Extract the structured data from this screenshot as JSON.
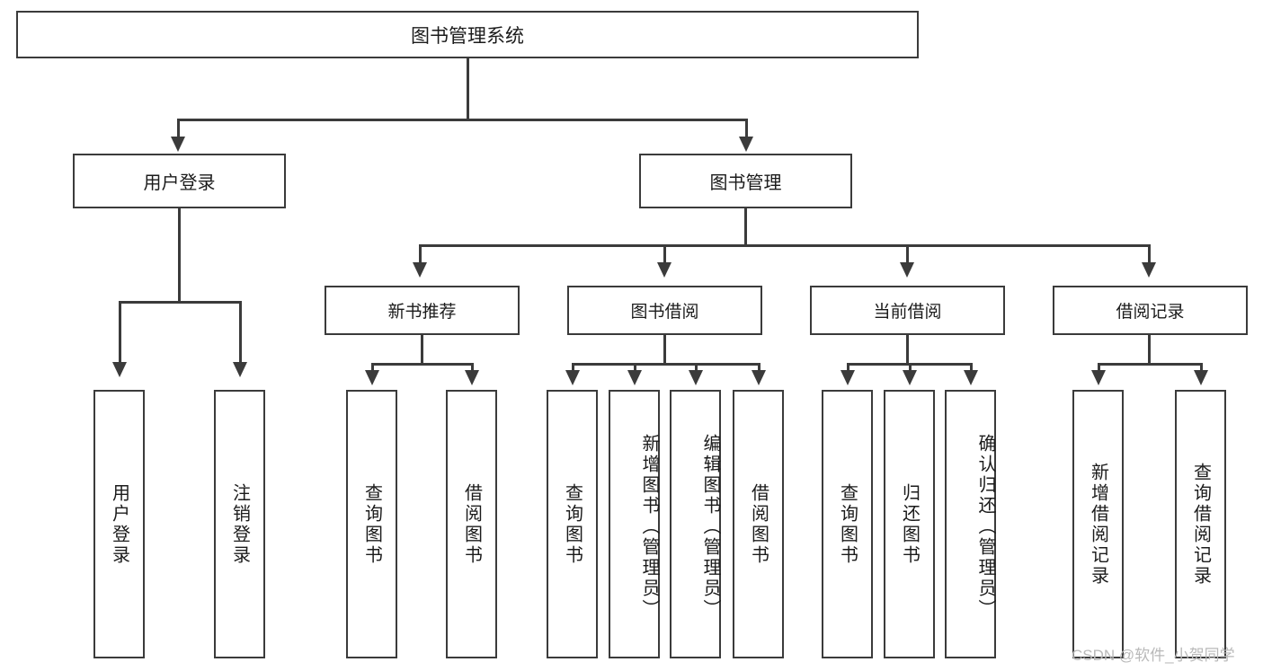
{
  "diagram": {
    "type": "tree-hierarchy-chart",
    "title": "图书管理系统",
    "root": {
      "label": "图书管理系统"
    },
    "level2": [
      {
        "label": "用户登录"
      },
      {
        "label": "图书管理"
      }
    ],
    "level3": [
      {
        "label": "新书推荐"
      },
      {
        "label": "图书借阅"
      },
      {
        "label": "当前借阅"
      },
      {
        "label": "借阅记录"
      }
    ],
    "leaves": {
      "user_login": [
        {
          "label": "用户登录"
        },
        {
          "label": "注销登录"
        }
      ],
      "new_book_recommend": [
        {
          "label": "查询图书"
        },
        {
          "label": "借阅图书"
        }
      ],
      "book_borrow": [
        {
          "label": "查询图书"
        },
        {
          "label": "新增图书（管理员）"
        },
        {
          "label": "编辑图书（管理员）"
        },
        {
          "label": "借阅图书"
        }
      ],
      "current_borrow": [
        {
          "label": "查询图书"
        },
        {
          "label": "归还图书"
        },
        {
          "label": "确认归还（管理员）"
        }
      ],
      "borrow_record": [
        {
          "label": "新增借阅记录"
        },
        {
          "label": "查询借阅记录"
        }
      ]
    }
  },
  "watermark": {
    "text": "CSDN @软件_小贺同学"
  },
  "colors": {
    "stroke": "#3b3b3b",
    "text": "#1b1b1b",
    "background": "#ffffff",
    "watermark": "#b9b9b9"
  }
}
